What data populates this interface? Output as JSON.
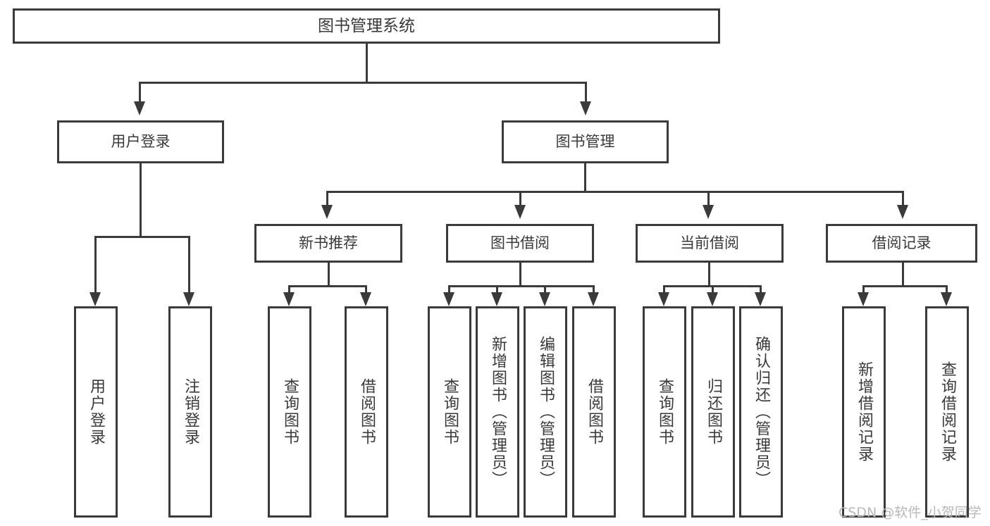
{
  "diagram": {
    "title": "图书管理系统",
    "type": "hierarchy-tree",
    "watermark": "CSDN @软件_小贺同学",
    "colors": {
      "stroke": "#3a3a3a",
      "background": "#ffffff",
      "watermark": "#b9b9b9"
    },
    "nodes": {
      "root": {
        "label": "图书管理系统"
      },
      "level1": [
        {
          "id": "user-login",
          "label": "用户登录"
        },
        {
          "id": "book-manage",
          "label": "图书管理"
        }
      ],
      "level2": [
        {
          "id": "new-book-recommend",
          "label": "新书推荐"
        },
        {
          "id": "book-borrow",
          "label": "图书借阅"
        },
        {
          "id": "current-borrow",
          "label": "当前借阅"
        },
        {
          "id": "borrow-record",
          "label": "借阅记录"
        }
      ],
      "leaves": {
        "user-login": [
          {
            "id": "leaf-user-login",
            "label": "用户登录"
          },
          {
            "id": "leaf-logout-login",
            "label": "注销登录"
          }
        ],
        "new-book-recommend": [
          {
            "id": "leaf-query-book-1",
            "label": "查询图书"
          },
          {
            "id": "leaf-borrow-book-1",
            "label": "借阅图书"
          }
        ],
        "book-borrow": [
          {
            "id": "leaf-query-book-2",
            "label": "查询图书"
          },
          {
            "id": "leaf-add-book",
            "label": "新增图书（管理员）"
          },
          {
            "id": "leaf-edit-book",
            "label": "编辑图书（管理员）"
          },
          {
            "id": "leaf-borrow-book-2",
            "label": "借阅图书"
          }
        ],
        "current-borrow": [
          {
            "id": "leaf-query-book-3",
            "label": "查询图书"
          },
          {
            "id": "leaf-return-book",
            "label": "归还图书"
          },
          {
            "id": "leaf-confirm-return",
            "label": "确认归还（管理员）"
          }
        ],
        "borrow-record": [
          {
            "id": "leaf-add-record",
            "label": "新增借阅记录"
          },
          {
            "id": "leaf-query-record",
            "label": "查询借阅记录"
          }
        ]
      }
    }
  }
}
